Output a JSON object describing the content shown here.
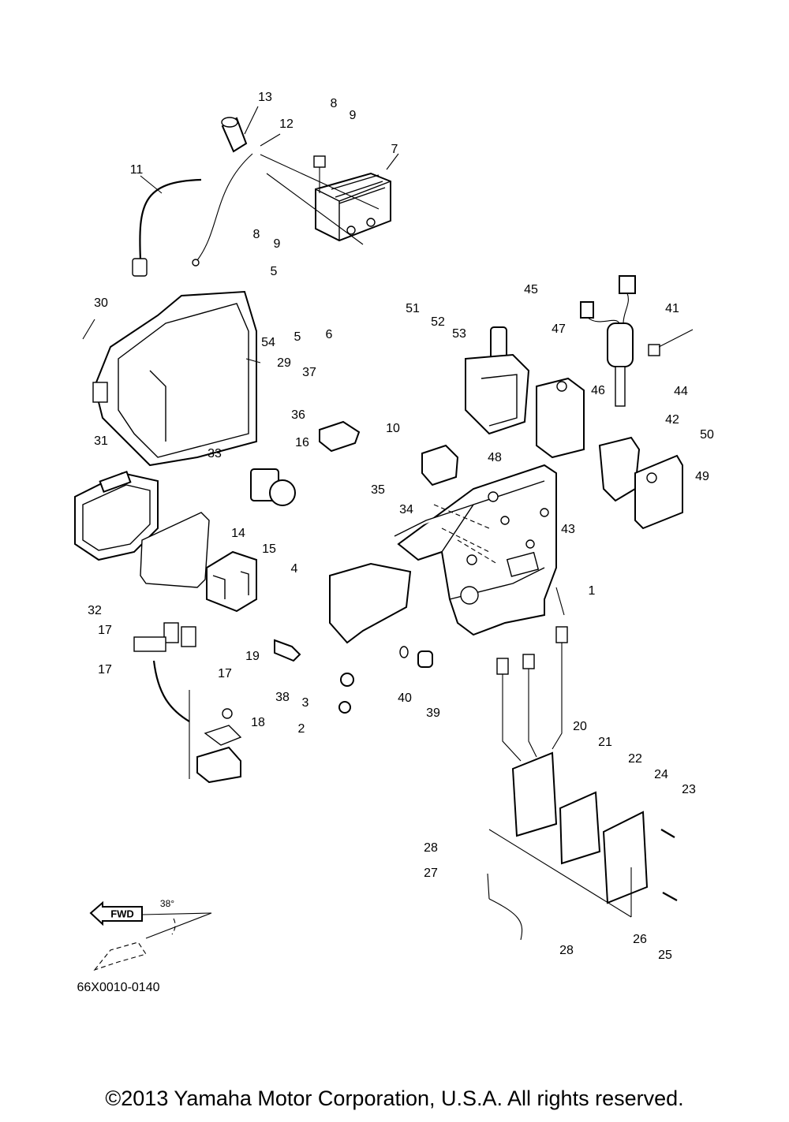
{
  "diagram_code": "66X0010-0140",
  "fwd_label": "FWD",
  "angle_label": "38°",
  "copyright": "©2013 Yamaha Motor Corporation, U.S.A. All rights reserved.",
  "callouts": [
    {
      "id": "c1",
      "label": "1"
    },
    {
      "id": "c2",
      "label": "2"
    },
    {
      "id": "c3",
      "label": "3"
    },
    {
      "id": "c4",
      "label": "4"
    },
    {
      "id": "c5a",
      "label": "5"
    },
    {
      "id": "c5b",
      "label": "5"
    },
    {
      "id": "c6",
      "label": "6"
    },
    {
      "id": "c7",
      "label": "7"
    },
    {
      "id": "c8a",
      "label": "8"
    },
    {
      "id": "c8b",
      "label": "8"
    },
    {
      "id": "c9a",
      "label": "9"
    },
    {
      "id": "c9b",
      "label": "9"
    },
    {
      "id": "c10",
      "label": "10"
    },
    {
      "id": "c11",
      "label": "11"
    },
    {
      "id": "c12",
      "label": "12"
    },
    {
      "id": "c13",
      "label": "13"
    },
    {
      "id": "c14",
      "label": "14"
    },
    {
      "id": "c15",
      "label": "15"
    },
    {
      "id": "c16",
      "label": "16"
    },
    {
      "id": "c17a",
      "label": "17"
    },
    {
      "id": "c17b",
      "label": "17"
    },
    {
      "id": "c17c",
      "label": "17"
    },
    {
      "id": "c18",
      "label": "18"
    },
    {
      "id": "c19",
      "label": "19"
    },
    {
      "id": "c20",
      "label": "20"
    },
    {
      "id": "c21",
      "label": "21"
    },
    {
      "id": "c22",
      "label": "22"
    },
    {
      "id": "c23",
      "label": "23"
    },
    {
      "id": "c24",
      "label": "24"
    },
    {
      "id": "c25",
      "label": "25"
    },
    {
      "id": "c26",
      "label": "26"
    },
    {
      "id": "c27",
      "label": "27"
    },
    {
      "id": "c28a",
      "label": "28"
    },
    {
      "id": "c28b",
      "label": "28"
    },
    {
      "id": "c29",
      "label": "29"
    },
    {
      "id": "c30",
      "label": "30"
    },
    {
      "id": "c31",
      "label": "31"
    },
    {
      "id": "c32",
      "label": "32"
    },
    {
      "id": "c33",
      "label": "33"
    },
    {
      "id": "c34",
      "label": "34"
    },
    {
      "id": "c35",
      "label": "35"
    },
    {
      "id": "c36",
      "label": "36"
    },
    {
      "id": "c37",
      "label": "37"
    },
    {
      "id": "c38",
      "label": "38"
    },
    {
      "id": "c39",
      "label": "39"
    },
    {
      "id": "c40",
      "label": "40"
    },
    {
      "id": "c41",
      "label": "41"
    },
    {
      "id": "c42",
      "label": "42"
    },
    {
      "id": "c43",
      "label": "43"
    },
    {
      "id": "c44",
      "label": "44"
    },
    {
      "id": "c45",
      "label": "45"
    },
    {
      "id": "c46",
      "label": "46"
    },
    {
      "id": "c47",
      "label": "47"
    },
    {
      "id": "c48",
      "label": "48"
    },
    {
      "id": "c49",
      "label": "49"
    },
    {
      "id": "c50",
      "label": "50"
    },
    {
      "id": "c51",
      "label": "51"
    },
    {
      "id": "c52",
      "label": "52"
    },
    {
      "id": "c53",
      "label": "53"
    },
    {
      "id": "c54",
      "label": "54"
    }
  ]
}
